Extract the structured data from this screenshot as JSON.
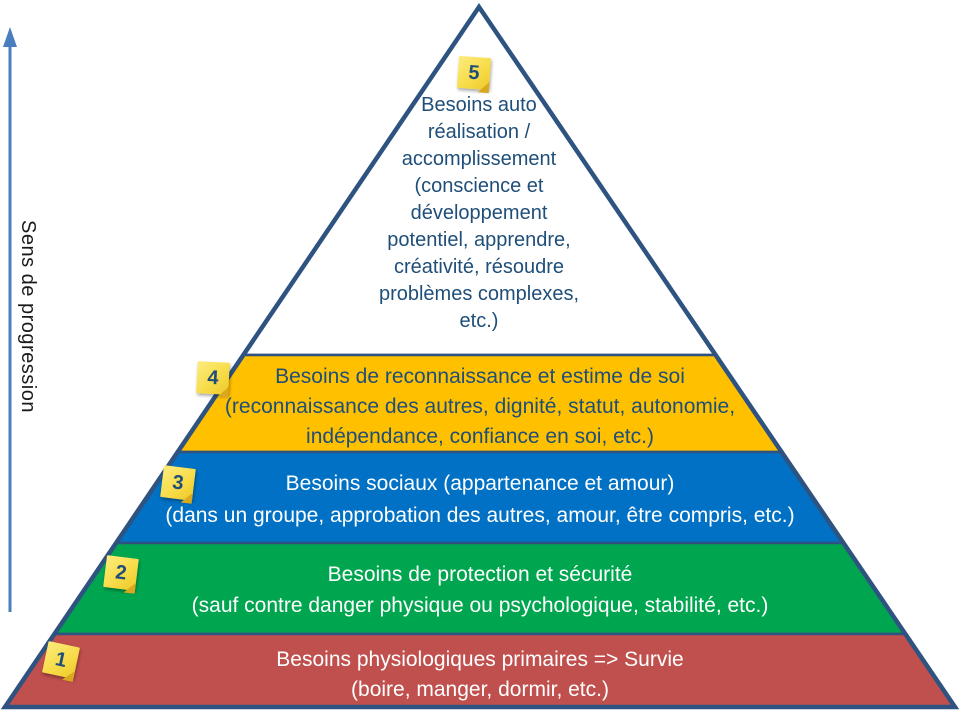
{
  "axis": {
    "label": "Sens de progression",
    "arrow_color": "#4A7EBF"
  },
  "pyramid": {
    "outline_color": "#2E5380",
    "text_color_dark": "#1F4E79",
    "text_color_light": "#FFFFFF",
    "sticky_color": "#F7DC4A",
    "levels": [
      {
        "number": "5",
        "color": "#FFFFFF",
        "title": "Besoins auto\nréalisation /\naccomplissement\n(conscience et\ndéveloppement\npotentiel, apprendre,\ncréativité, résoudre\nproblèmes complexes,\netc.)"
      },
      {
        "number": "4",
        "color": "#FFC000",
        "title": "Besoins de reconnaissance et estime de soi\n(reconnaissance des autres, dignité, statut, autonomie,\nindépendance, confiance en soi, etc.)"
      },
      {
        "number": "3",
        "color": "#0071C4",
        "title": "Besoins sociaux (appartenance et amour)\n(dans un groupe, approbation des autres, amour, être compris, etc.)"
      },
      {
        "number": "2",
        "color": "#00A64F",
        "title": "Besoins de protection et sécurité\n(sauf contre danger physique ou psychologique, stabilité, etc.)"
      },
      {
        "number": "1",
        "color": "#C0504D",
        "title": "Besoins physiologiques primaires => Survie\n(boire, manger, dormir, etc.)"
      }
    ]
  }
}
